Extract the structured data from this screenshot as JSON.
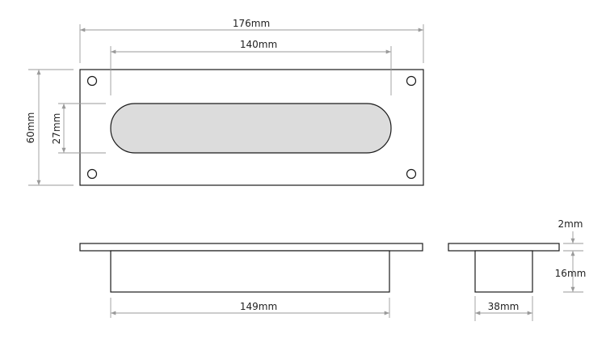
{
  "dimensions": {
    "overall_length": "176mm",
    "recess_length": "140mm",
    "overall_height": "60mm",
    "recess_height": "27mm",
    "body_length": "149mm",
    "flange_thickness": "2mm",
    "body_depth": "16mm",
    "body_width": "38mm"
  },
  "colors": {
    "outline": "#1a1a1a",
    "recess_fill": "#dcdcdc",
    "dimension_line": "#9a9a9a"
  }
}
